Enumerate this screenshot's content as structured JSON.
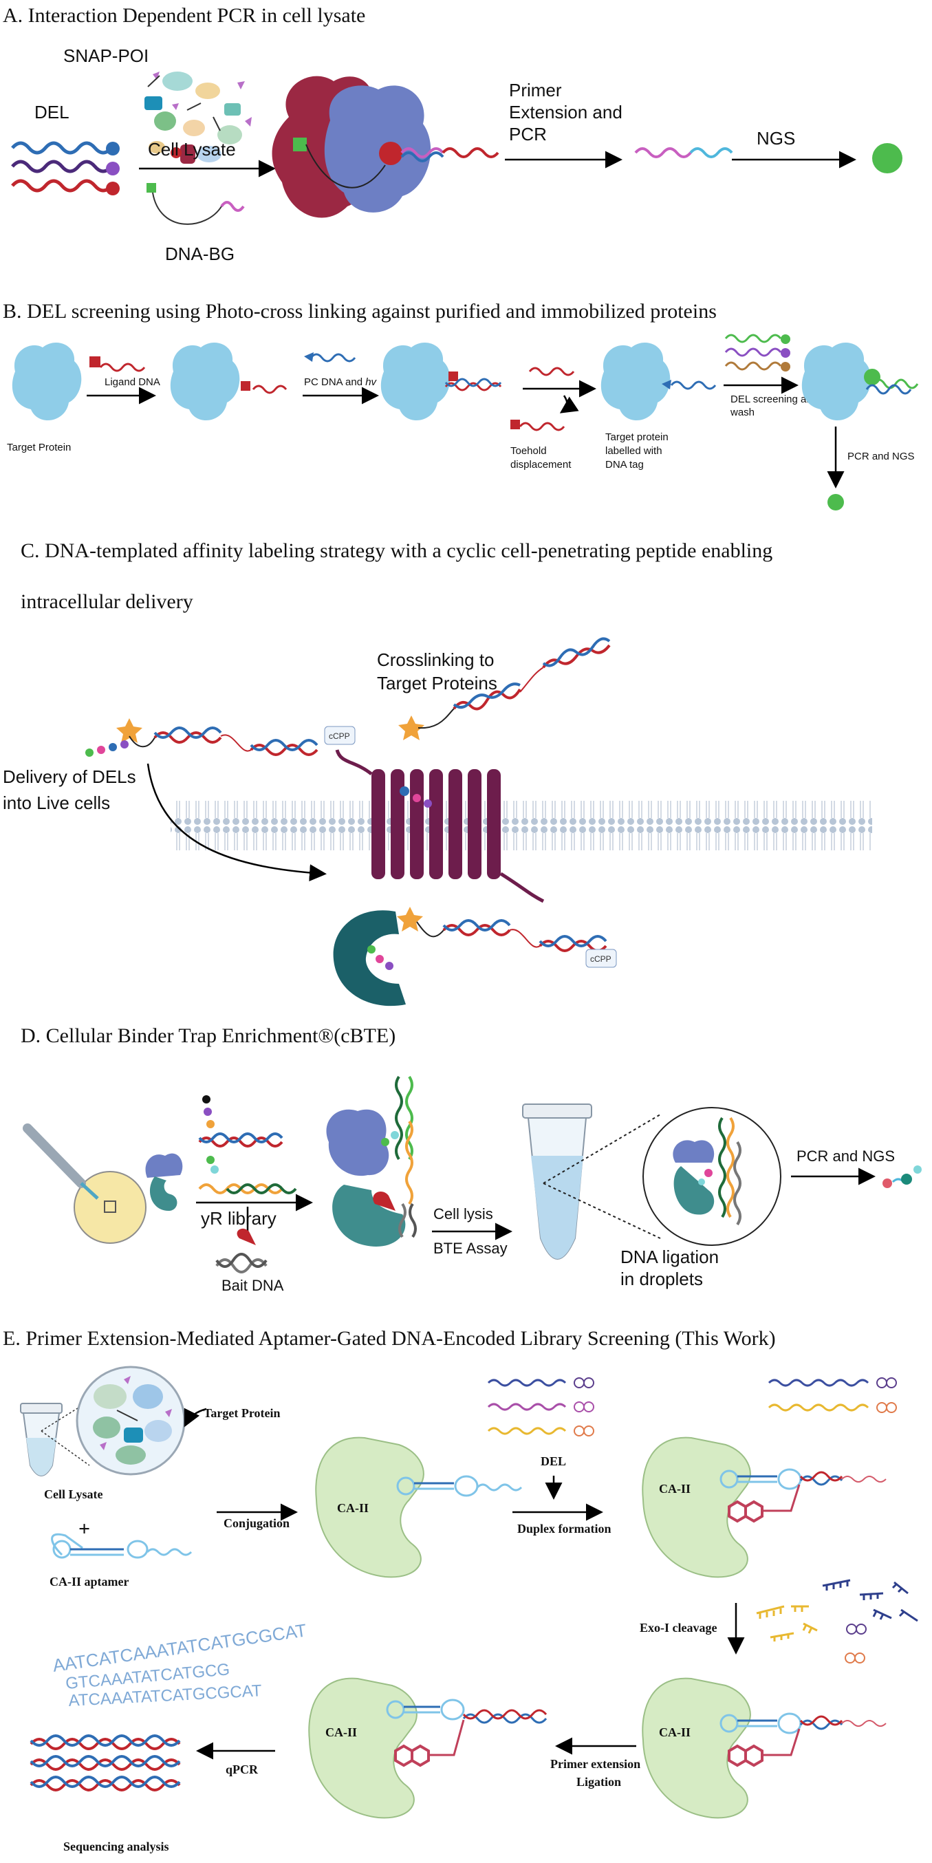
{
  "panel_a": {
    "title": "A. Interaction Dependent PCR in cell lysate",
    "snap_poi": "SNAP-POI",
    "del": "DEL",
    "cell_lysate": "Cell Lysate",
    "dna_bg": "DNA-BG",
    "primer_line1": "Primer",
    "primer_line2": "Extension and",
    "primer_line3": "PCR",
    "ngs": "NGS"
  },
  "panel_b": {
    "title": "B.  DEL  screening  using  Photo-cross  linking  against  purified  and  immobilized  proteins",
    "target_protein": "Target Protein",
    "ligand_dna": "Ligand DNA",
    "pc_dna": "PC DNA and ",
    "hv": "hv",
    "toehold_1": "Toehold",
    "toehold_2": "displacement",
    "labelled_1": "Target protein",
    "labelled_2": "labelled with",
    "labelled_3": "DNA tag",
    "del_screen_1": "DEL screening and",
    "del_screen_2": "wash",
    "pcr_ngs": "PCR and NGS"
  },
  "panel_c": {
    "title_line1": "C.  DNA-templated  affinity  labeling  strategy  with  a  cyclic  cell-penetrating  peptide  enabling",
    "title_line2": "intracellular delivery",
    "crosslink_1": "Crosslinking to",
    "crosslink_2": "Target Proteins",
    "delivery_1": "Delivery of DELs",
    "delivery_2": "into Live cells",
    "ccpp": "cCPP"
  },
  "panel_d": {
    "title": "D. Cellular Binder Trap Enrichment®(cBTE)",
    "yr_library": "yR library",
    "bait_dna": "Bait DNA",
    "cell_lysis": "Cell lysis",
    "bte_assay": "BTE Assay",
    "ligation_1": "DNA ligation",
    "ligation_2": "in droplets",
    "pcr_ngs": "PCR and NGS"
  },
  "panel_e": {
    "title": "E. Primer Extension-Mediated Aptamer-Gated DNA-Encoded Library Screening (This Work)",
    "target_protein": "Target Protein",
    "cell_lysate": "Cell Lysate",
    "plus": "+",
    "aptamer": "CA-II aptamer",
    "conjugation": "Conjugation",
    "ca2": "CA-II",
    "del": "DEL",
    "duplex": "Duplex formation",
    "exo": "Exo-I cleavage",
    "primer_ext": "Primer extension",
    "ligation": "Ligation",
    "qpcr": "qPCR",
    "seq_analysis": "Sequencing analysis",
    "seq_line1": "AATCATCAAATATCATGCGCAT",
    "seq_line2": "GTCAAATATCATGCG",
    "seq_line3": "ATCAAATATCATGCGCAT"
  },
  "colors": {
    "protein_blue": "#8fcde8",
    "protein_red": "#9b2843",
    "protein_violet": "#6d7fc4",
    "ca2_green": "#d6ebc4",
    "teal": "#1b6068",
    "dna_red": "#c0262d",
    "dna_blue": "#2e6db4",
    "bead_green": "#4dbb4d"
  }
}
